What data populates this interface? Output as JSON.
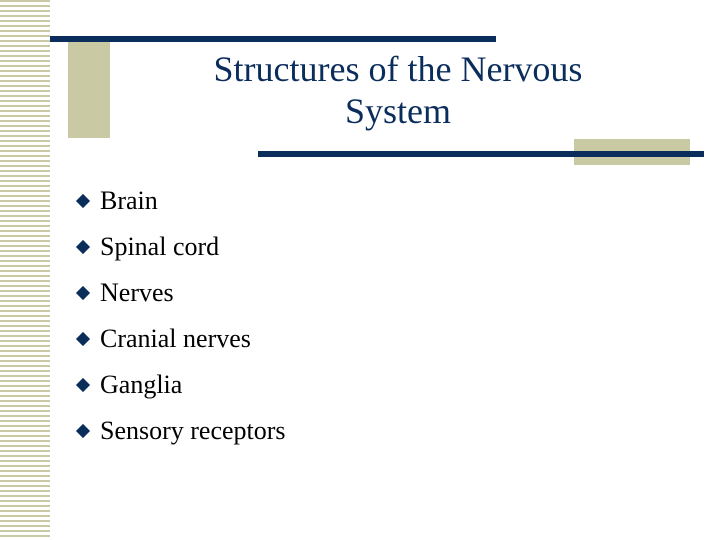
{
  "slide": {
    "title_line1": "Structures of the Nervous",
    "title_line2": "System",
    "bullets": [
      "Brain",
      "Spinal cord",
      "Nerves",
      "Cranial nerves",
      "Ganglia",
      "Sensory receptors"
    ]
  },
  "theme": {
    "accent_navy": "#0b2d5c",
    "accent_olive": "#c9c9a3",
    "bullet_icon": "diamond-bullet-icon"
  }
}
